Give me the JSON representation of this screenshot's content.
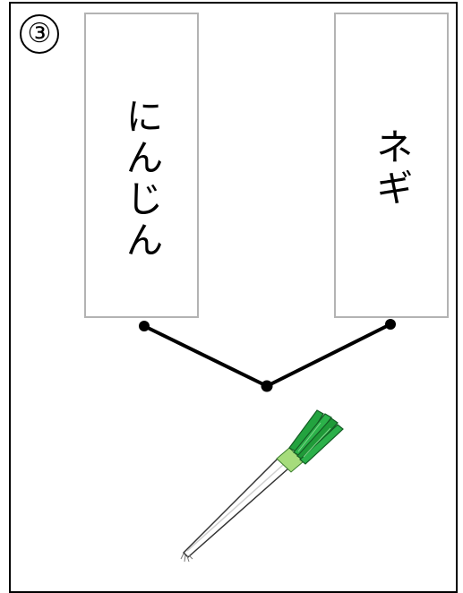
{
  "worksheet": {
    "question_number": "③",
    "choices": [
      {
        "label": "にんじん"
      },
      {
        "label": "ネギ"
      }
    ],
    "picture": {
      "icon": "green-onion-icon",
      "stalk_color": "#2fa84f",
      "leaf_color": "#1fa23a"
    },
    "colors": {
      "card_border": "#b3b3b3",
      "line": "#000000"
    }
  }
}
